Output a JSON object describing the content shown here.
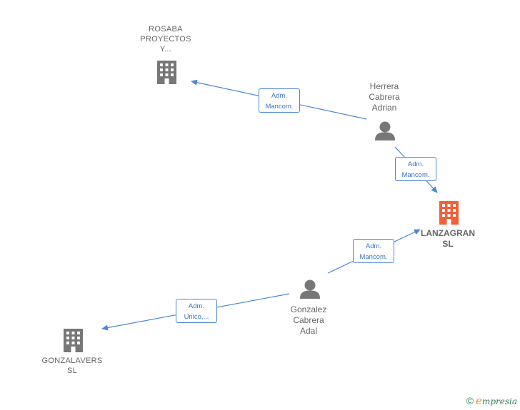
{
  "colors": {
    "edge": "#4a86d8",
    "edge_text": "#3a73c4",
    "node_gray": "#777777",
    "focus_company": "#f2603a",
    "label": "#666666"
  },
  "nodes": {
    "rosaba": {
      "lines": [
        "ROSABA",
        "PROYECTOS",
        "Y..."
      ],
      "icon": "building-icon"
    },
    "herrera": {
      "lines": [
        "Herrera",
        "Cabrera",
        "Adrian"
      ],
      "icon": "person-icon"
    },
    "lanzagran": {
      "lines": [
        "LANZAGRAN",
        "SL"
      ],
      "icon": "building-icon"
    },
    "gonzalez": {
      "lines": [
        "Gonzalez",
        "Cabrera",
        "Adal"
      ],
      "icon": "person-icon"
    },
    "gonzalavers": {
      "lines": [
        "GONZALAVERS",
        "SL"
      ],
      "icon": "building-icon"
    }
  },
  "edges": {
    "herrera_rosaba": {
      "lines": [
        "Adm.",
        "Mancom."
      ]
    },
    "herrera_lanzagran": {
      "lines": [
        "Adm.",
        "Mancom."
      ]
    },
    "gonzalez_lanzagran": {
      "lines": [
        "Adm.",
        "Mancom."
      ]
    },
    "gonzalez_gonzalavers": {
      "lines": [
        "Adm.",
        "Unico,..."
      ]
    }
  },
  "footer": {
    "copyright": "©",
    "brand_initial": "e",
    "brand_rest": "mpresia"
  }
}
